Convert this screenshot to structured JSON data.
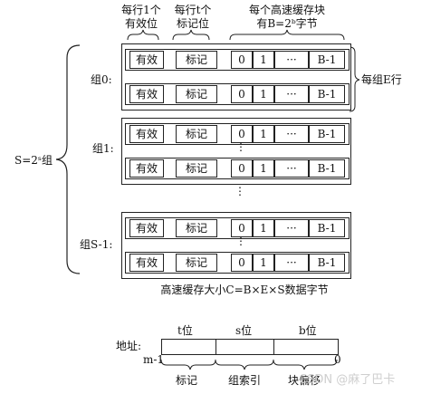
{
  "headers": {
    "valid": [
      "每行1个",
      "有效位"
    ],
    "tag": [
      "每行t个",
      "标记位"
    ],
    "block": [
      "每个高速缓存块",
      "有B=2ᵇ字节"
    ]
  },
  "sets": [
    {
      "label": "组0:"
    },
    {
      "label": "组1:"
    },
    {
      "label": "组S-1:"
    }
  ],
  "line_fields": {
    "valid": "有效",
    "tag": "标记",
    "bytes": [
      "0",
      "1",
      "···",
      "B-1"
    ]
  },
  "ellipsis_v": "⋮",
  "lines_per_set": "每组E行",
  "set_count": "S=2ˢ组",
  "cache_size": "高速缓存大小C=B×E×S数据字节",
  "address": {
    "label": "地址:",
    "fields": [
      "t位",
      "s位",
      "b位"
    ],
    "msb": "m-1",
    "lsb": "0",
    "names": [
      "标记",
      "组索引",
      "块偏移"
    ]
  },
  "watermark": "CSDN @麻了巴卡"
}
